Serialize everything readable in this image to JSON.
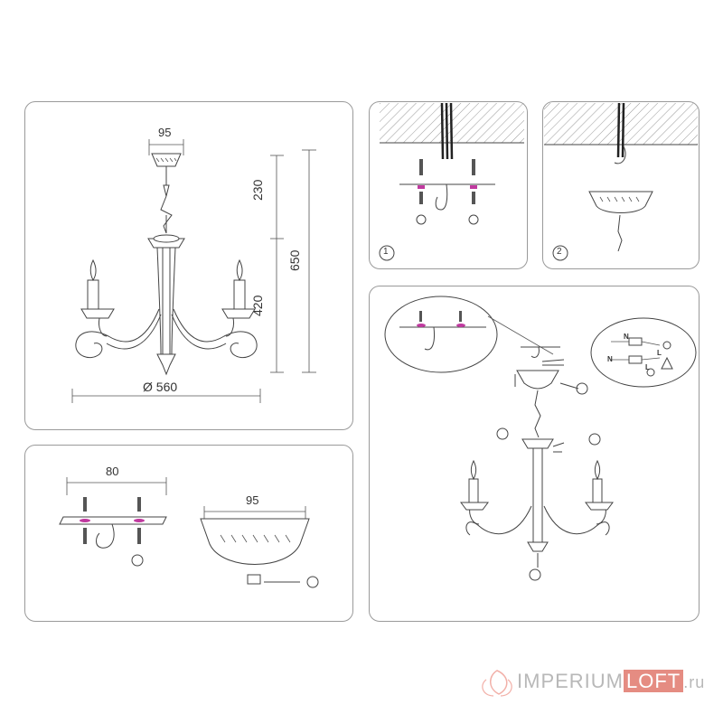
{
  "dimensions": {
    "top_width": "95",
    "upper_height": "230",
    "lower_height": "420",
    "total_height": "650",
    "diameter": "Ø 560",
    "plate_width": "80",
    "canopy_width": "95"
  },
  "steps": {
    "step1": "1",
    "step2": "2"
  },
  "wiring": {
    "n_top": "N",
    "l_top": "L",
    "n_bottom": "N",
    "l_bottom": "L"
  },
  "watermark": {
    "part1": "IMPERIUM",
    "part2": "LOFT",
    "part3": ".ru",
    "color_gray": "#b8b8b8",
    "color_brand": "#e58c82"
  },
  "colors": {
    "line": "#444444",
    "screw_accent": "#c0399f",
    "hatch": "#999999"
  }
}
